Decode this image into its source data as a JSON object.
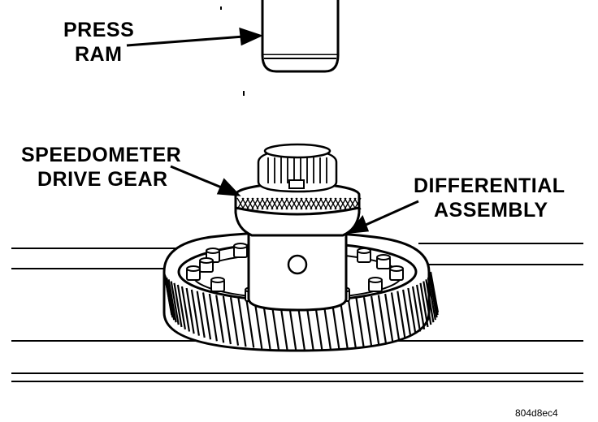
{
  "labels": {
    "press_ram_line1": "PRESS",
    "press_ram_line2": "RAM",
    "speedo_line1": "SPEEDOMETER",
    "speedo_line2": "DRIVE GEAR",
    "diff_line1": "DIFFERENTIAL",
    "diff_line2": "ASSEMBLY"
  },
  "figure_code": "804d8ec4"
}
